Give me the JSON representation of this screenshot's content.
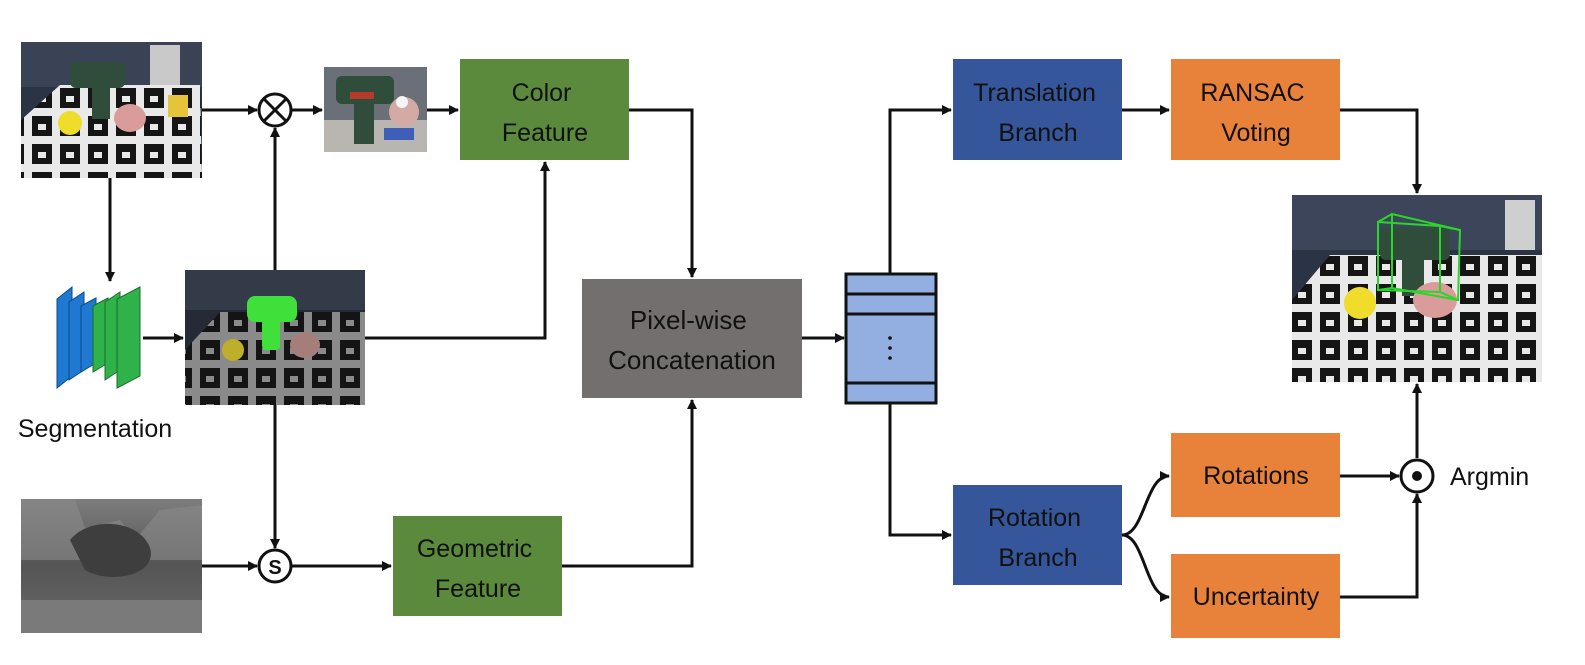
{
  "colors": {
    "feature_green": "#5b8a3c",
    "branch_blue": "#35569a",
    "voting_orange": "#e8823a",
    "concat_gray": "#736f6e",
    "feature_vector_blue": "#93aee0",
    "seg_net_blue": "#1f78d1",
    "seg_net_green": "#2fb24a",
    "mask_green": "#3fe03a",
    "bbox_green": "#29d629"
  },
  "icons": {
    "multiply": "circled-times-icon",
    "select": "circled-s-icon",
    "dot_product": "circled-dot-icon",
    "segmentation_network": "encoder-decoder-icon",
    "ellipsis": "vertical-ellipsis-icon"
  },
  "nodes": {
    "color_feature": [
      "Color",
      "Feature"
    ],
    "geometric_feature": [
      "Geometric",
      "Feature"
    ],
    "pixel_concat": [
      "Pixel-wise",
      "Concatenation"
    ],
    "translation_branch": [
      "Translation",
      "Branch"
    ],
    "ransac_voting": [
      "RANSAC",
      "Voting"
    ],
    "rotation_branch": [
      "Rotation",
      "Branch"
    ],
    "rotations": "Rotations",
    "uncertainty": "Uncertainty"
  },
  "labels": {
    "segmentation": "Segmentation",
    "argmin": "Argmin",
    "select_symbol": "S",
    "ellipsis": "⋮"
  }
}
